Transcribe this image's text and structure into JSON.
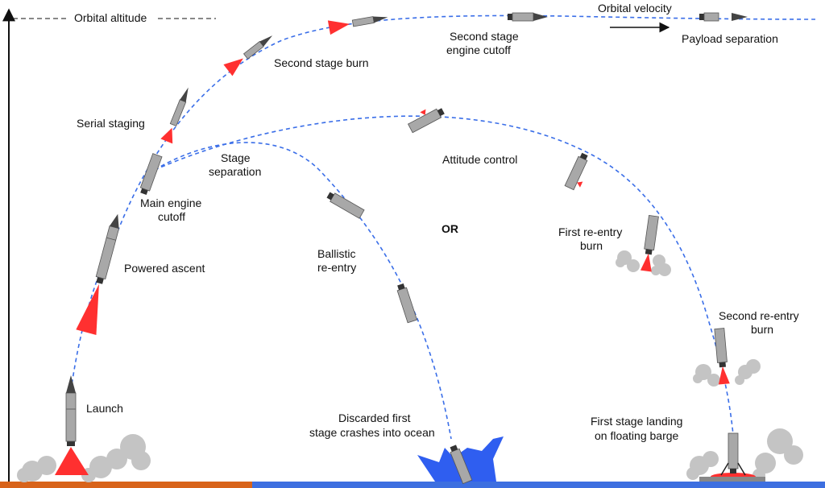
{
  "labels": {
    "orbital_altitude": "Orbital altitude",
    "orbital_velocity": "Orbital velocity",
    "payload_separation": "Payload separation",
    "second_stage_cutoff_1": "Second stage",
    "second_stage_cutoff_2": "engine cutoff",
    "second_stage_burn": "Second stage burn",
    "serial_staging": "Serial staging",
    "stage_separation_1": "Stage",
    "stage_separation_2": "separation",
    "main_engine_cutoff_1": "Main engine",
    "main_engine_cutoff_2": "cutoff",
    "powered_ascent": "Powered ascent",
    "launch": "Launch",
    "ballistic_reentry_1": "Ballistic",
    "ballistic_reentry_2": "re-entry",
    "discarded_1": "Discarded first",
    "discarded_2": "stage crashes into ocean",
    "or": "OR",
    "attitude_control": "Attitude control",
    "first_reentry_burn_1": "First re-entry",
    "first_reentry_burn_2": "burn",
    "second_reentry_burn_1": "Second re-entry",
    "second_reentry_burn_2": "burn",
    "landing_1": "First stage landing",
    "landing_2": "on floating barge"
  },
  "colors": {
    "trajectory": "#3a6ee8",
    "flame": "#ff3030",
    "rocket_body": "#a8a8a8",
    "rocket_tip": "#444444",
    "smoke": "#c4c4c4",
    "land": "#d8631a",
    "ocean": "#3d6fe0",
    "splash": "#2f5ef0",
    "axis": "#111111"
  }
}
